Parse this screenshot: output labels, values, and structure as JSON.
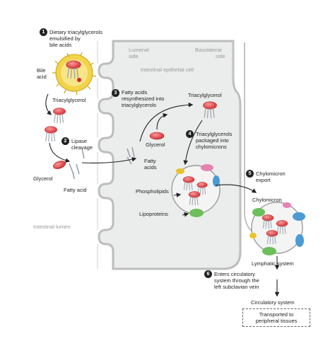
{
  "steps": {
    "s1": {
      "num": "1",
      "l1": "Dietary triacylglycerols",
      "l2": "emulsified by",
      "l3": "bile acids"
    },
    "s2": {
      "num": "2",
      "l1": "Lipase",
      "l2": "cleavage"
    },
    "s3": {
      "num": "3",
      "l1": "Fatty acids",
      "l2": "resynthesized into",
      "l3": "triacylglycerols"
    },
    "s4": {
      "num": "4",
      "l1": "Triacylglycerols",
      "l2": "packaged into",
      "l3": "chylomicrons"
    },
    "s5": {
      "num": "5",
      "l1": "Chylomicron",
      "l2": "export"
    },
    "s6": {
      "num": "6",
      "l1": "Enters circulatory",
      "l2": "system through the",
      "l3": "left subclavian vein"
    }
  },
  "labels": {
    "bile_acid_1": "Bile",
    "bile_acid_2": "acid",
    "triacylglycerol_left": "Triacylglycerol",
    "triacylglycerol_right": "Triacylglycerol",
    "glycerol_left": "Glycerol",
    "fatty_acid": "Fatty acid",
    "glycerol_mid": "Glycerol",
    "fatty_acids_1": "Fatty",
    "fatty_acids_2": "acids",
    "phospholipids": "Phospholipids",
    "lipoproteins": "Lipoproteins",
    "chylomicron": "Chylomicron",
    "lymphatic": "Lymphatic system",
    "circulatory": "Circulatory system",
    "transported_1": "Transported to",
    "transported_2": "peripheral tissues"
  },
  "regions": {
    "lumenal_1": "Lumenal",
    "lumenal_2": "side",
    "basolateral_1": "Basolateral",
    "basolateral_2": "side",
    "epithelial": "Intestinal epithelial cell",
    "lumen": "Intestinal lumen"
  },
  "colors": {
    "cell_fill": "#e9eaea",
    "cell_stroke": "#b5b5b5",
    "tag_red": "#e03a3e",
    "bile_yellow": "#e8c32a",
    "lipoprotein_green": "#6cbf5a",
    "lipoprotein_blue": "#4a9ad4",
    "lipoprotein_pink": "#e583b4",
    "step_badge": "#222222"
  }
}
